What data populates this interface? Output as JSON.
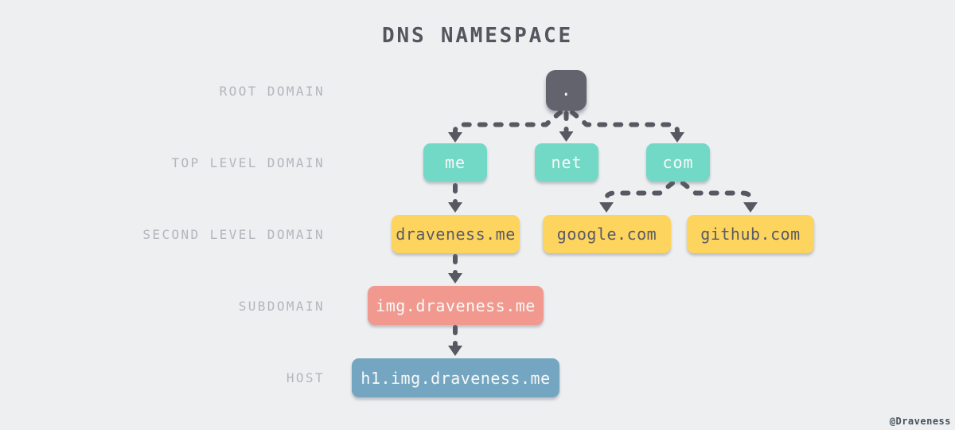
{
  "title": "DNS NAMESPACE",
  "watermark": "@Draveness",
  "colors": {
    "background": "#edeff1",
    "title_text": "#55555e",
    "label_text": "#b5b5bc",
    "connector": "#585862",
    "root_fill": "#63636e",
    "tld_fill": "#72d9c6",
    "sld_fill": "#fcd45e",
    "sub_fill": "#f1998e",
    "host_fill": "#74a6c2",
    "text_light": "#f8f9f9",
    "text_dark": "#5b5b64",
    "watermark_text": "#47525c"
  },
  "diagram": {
    "row_labels": [
      {
        "label": "ROOT DOMAIN"
      },
      {
        "label": "TOP LEVEL DOMAIN"
      },
      {
        "label": "SECOND LEVEL DOMAIN"
      },
      {
        "label": "SUBDOMAIN"
      },
      {
        "label": "HOST"
      }
    ],
    "nodes": {
      "root": {
        "label": ".",
        "level": "root domain"
      },
      "me": {
        "label": "me",
        "level": "top level domain"
      },
      "net": {
        "label": "net",
        "level": "top level domain"
      },
      "com": {
        "label": "com",
        "level": "top level domain"
      },
      "draveness_me": {
        "label": "draveness.me",
        "level": "second level domain"
      },
      "google_com": {
        "label": "google.com",
        "level": "second level domain"
      },
      "github_com": {
        "label": "github.com",
        "level": "second level domain"
      },
      "img_draveness_me": {
        "label": "img.draveness.me",
        "level": "subdomain"
      },
      "h1_img_draveness_me": {
        "label": "h1.img.draveness.me",
        "level": "host"
      }
    },
    "edges": [
      {
        "from": "root",
        "to": "me"
      },
      {
        "from": "root",
        "to": "net"
      },
      {
        "from": "root",
        "to": "com"
      },
      {
        "from": "me",
        "to": "draveness_me"
      },
      {
        "from": "com",
        "to": "google_com"
      },
      {
        "from": "com",
        "to": "github_com"
      },
      {
        "from": "draveness_me",
        "to": "img_draveness_me"
      },
      {
        "from": "img_draveness_me",
        "to": "h1_img_draveness_me"
      }
    ]
  }
}
